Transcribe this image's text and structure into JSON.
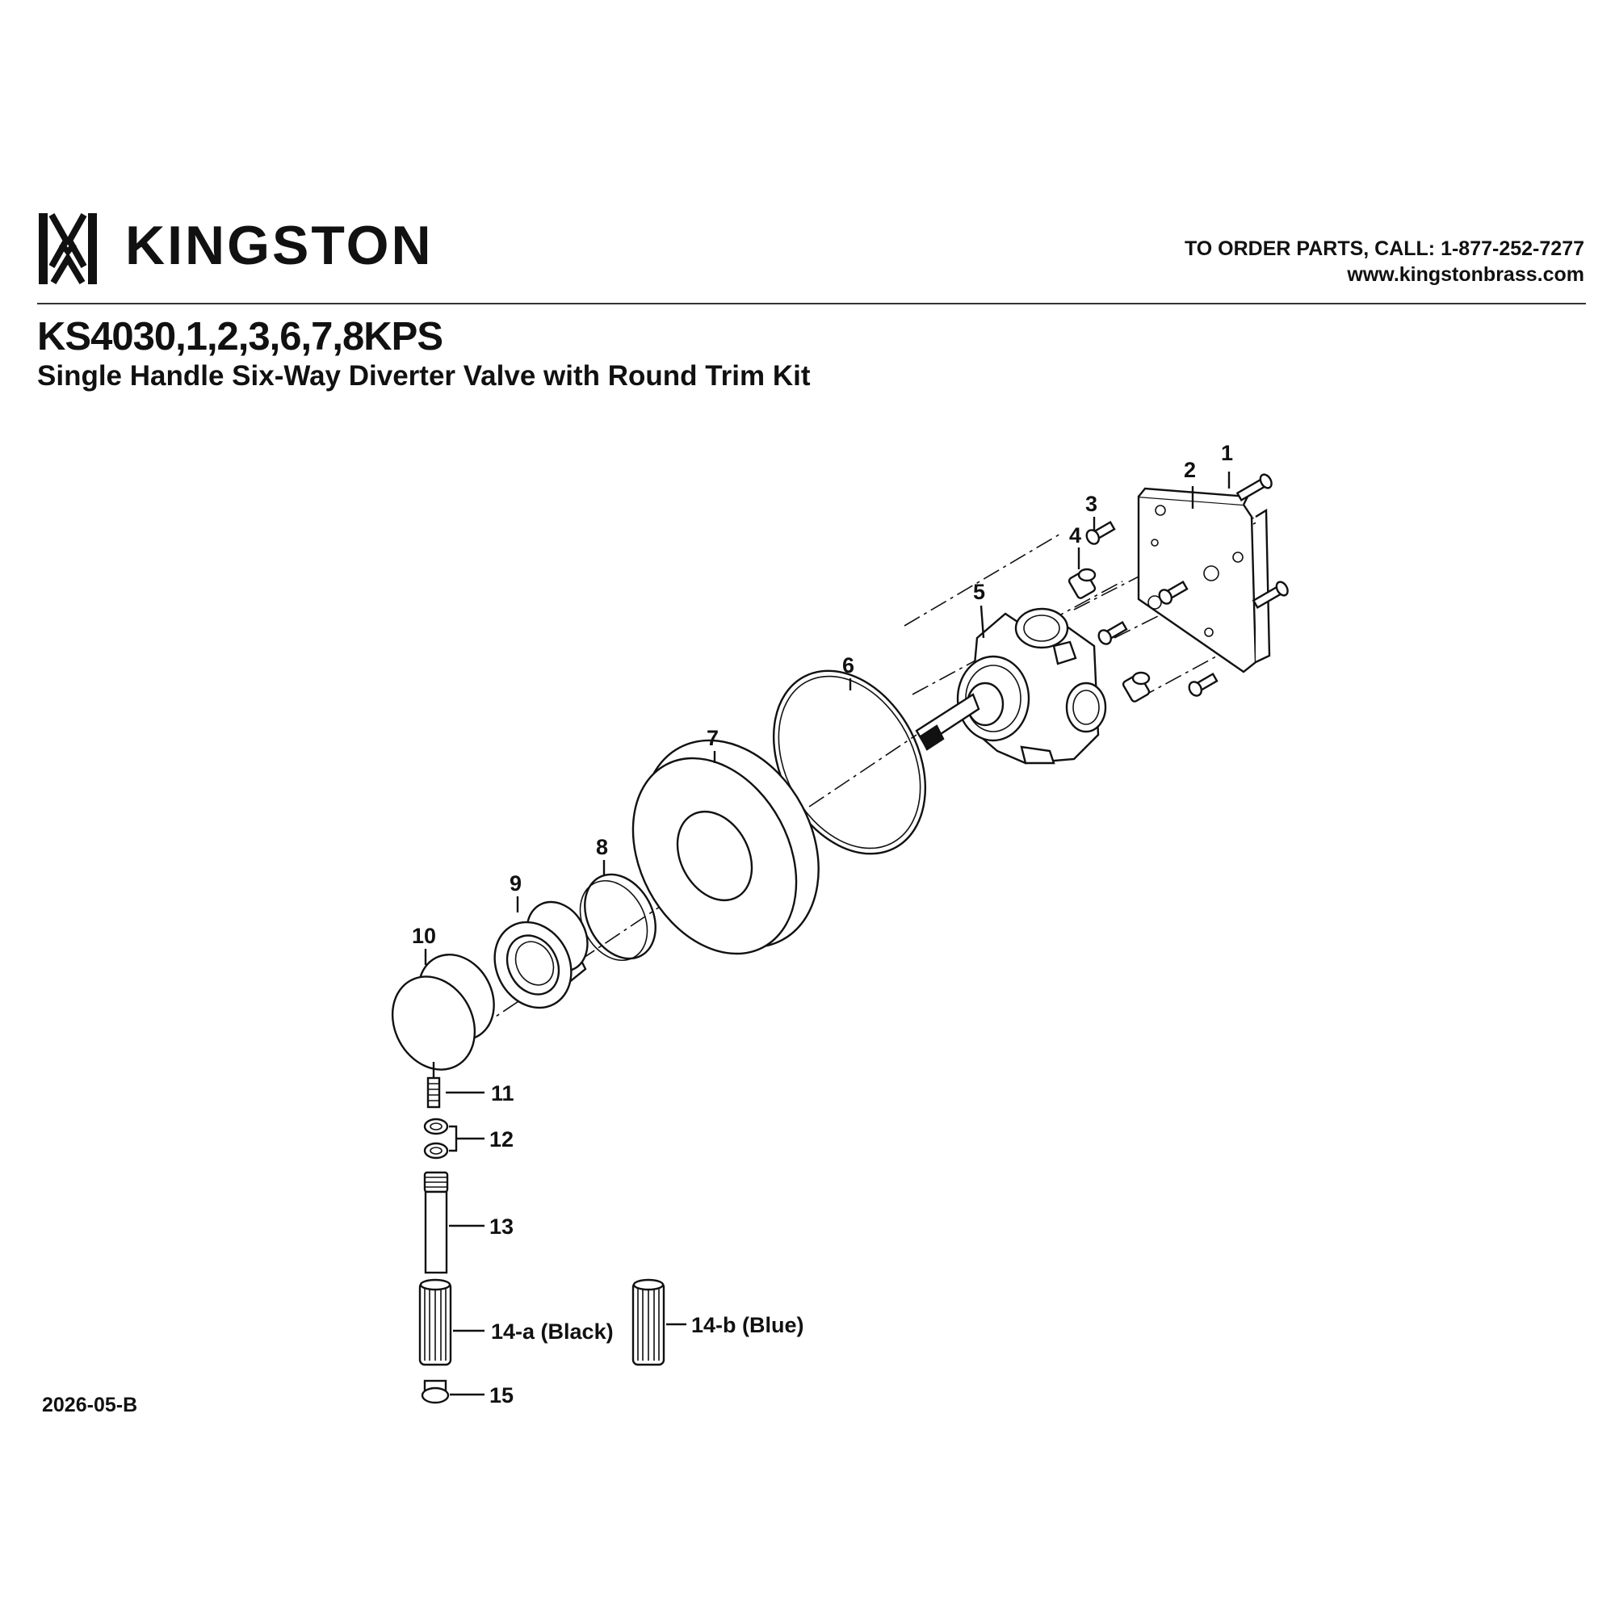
{
  "header": {
    "brand": "KINGSTON",
    "order_line": "TO ORDER PARTS, CALL: 1-877-252-7277",
    "website": "www.kingstonbrass.com"
  },
  "title": {
    "model": "KS4030,1,2,3,6,7,8KPS",
    "description": "Single Handle Six-Way Diverter Valve with Round Trim Kit"
  },
  "parts": {
    "p1": "1",
    "p2": "2",
    "p3": "3",
    "p4": "4",
    "p5": "5",
    "p6": "6",
    "p7": "7",
    "p8": "8",
    "p9": "9",
    "p10": "10",
    "p11": "11",
    "p12": "12",
    "p13": "13",
    "p14a": "14-a (Black)",
    "p14b": "14-b (Blue)",
    "p15": "15"
  },
  "footer": {
    "doc_code": "2026-05-B"
  },
  "icons": {
    "logo": "kingston-logo-icon"
  }
}
